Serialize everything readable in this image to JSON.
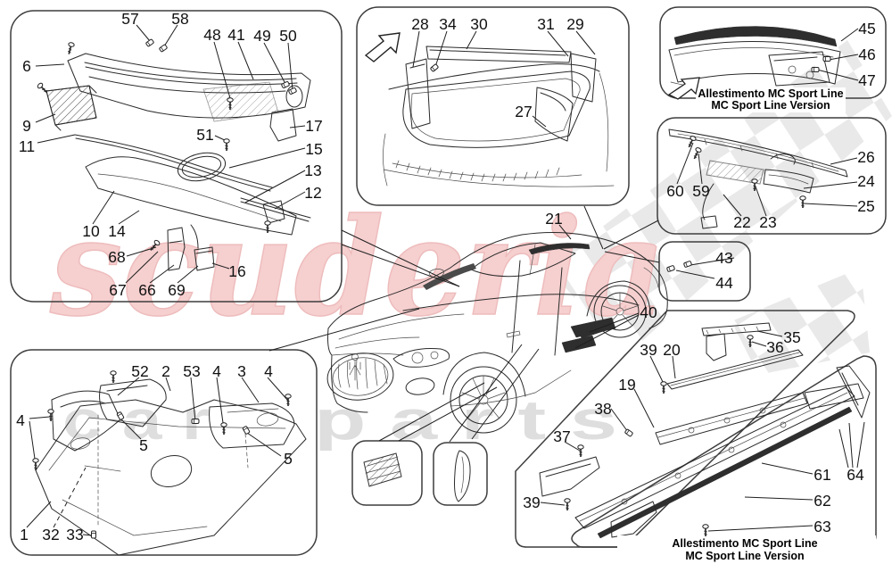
{
  "watermark": {
    "brand": "scuderia",
    "sub_left": "c a r",
    "sub_right": "p a r t s"
  },
  "captions": {
    "mc_line1": "Allestimento MC Sport Line",
    "mc_line2": "MC Sport Line Version"
  },
  "colors": {
    "label": "#111111",
    "line": "#2a2a2a",
    "box_border": "#3d3d3d",
    "watermark_red": "#f6cfcf",
    "watermark_gray": "#dedede",
    "checker_gray": "#e9e9e9",
    "dark_part": "#2e2e2e"
  },
  "labels": [
    [
      "57",
      146,
      21
    ],
    [
      "58",
      202,
      21
    ],
    [
      "48",
      238,
      39
    ],
    [
      "41",
      265,
      39
    ],
    [
      "49",
      294,
      40
    ],
    [
      "50",
      323,
      40
    ],
    [
      "6",
      30,
      74
    ],
    [
      "9",
      30,
      141
    ],
    [
      "11",
      30,
      164
    ],
    [
      "51",
      230,
      151
    ],
    [
      "17",
      352,
      141
    ],
    [
      "15",
      352,
      167
    ],
    [
      "13",
      351,
      191
    ],
    [
      "12",
      351,
      216
    ],
    [
      "10",
      102,
      259
    ],
    [
      "14",
      131,
      259
    ],
    [
      "68",
      131,
      288
    ],
    [
      "67",
      132,
      325
    ],
    [
      "66",
      165,
      325
    ],
    [
      "69",
      198,
      325
    ],
    [
      "16",
      266,
      304
    ],
    [
      "28",
      471,
      27
    ],
    [
      "34",
      502,
      27
    ],
    [
      "30",
      537,
      27
    ],
    [
      "31",
      612,
      27
    ],
    [
      "29",
      645,
      27
    ],
    [
      "27",
      587,
      125
    ],
    [
      "45",
      972,
      32
    ],
    [
      "46",
      972,
      61
    ],
    [
      "47",
      972,
      90
    ],
    [
      "60",
      757,
      214
    ],
    [
      "59",
      786,
      214
    ],
    [
      "26",
      971,
      176
    ],
    [
      "24",
      971,
      203
    ],
    [
      "25",
      971,
      231
    ],
    [
      "22",
      832,
      249
    ],
    [
      "23",
      861,
      249
    ],
    [
      "43",
      812,
      289
    ],
    [
      "44",
      812,
      317
    ],
    [
      "21",
      621,
      245
    ],
    [
      "40",
      727,
      350
    ],
    [
      "39",
      727,
      392
    ],
    [
      "20",
      753,
      392
    ],
    [
      "35",
      888,
      378
    ],
    [
      "36",
      869,
      389
    ],
    [
      "19",
      703,
      431
    ],
    [
      "38",
      676,
      458
    ],
    [
      "37",
      630,
      489
    ],
    [
      "39",
      596,
      563
    ],
    [
      "61",
      922,
      532
    ],
    [
      "64",
      959,
      532
    ],
    [
      "62",
      922,
      561
    ],
    [
      "63",
      922,
      590
    ],
    [
      "52",
      157,
      416
    ],
    [
      "2",
      186,
      416
    ],
    [
      "53",
      215,
      416
    ],
    [
      "4",
      243,
      416
    ],
    [
      "3",
      271,
      416
    ],
    [
      "4",
      301,
      416
    ],
    [
      "4",
      23,
      471
    ],
    [
      "5",
      161,
      499
    ],
    [
      "5",
      323,
      514
    ],
    [
      "1",
      27,
      599
    ],
    [
      "32",
      57,
      599
    ],
    [
      "33",
      84,
      599
    ]
  ],
  "leaders": [
    [
      153,
      28,
      168,
      46
    ],
    [
      199,
      28,
      184,
      52
    ],
    [
      40,
      74,
      72,
      72
    ],
    [
      240,
      47,
      258,
      110
    ],
    [
      267,
      47,
      284,
      89
    ],
    [
      296,
      48,
      320,
      94
    ],
    [
      323,
      48,
      328,
      101
    ],
    [
      40,
      137,
      62,
      128
    ],
    [
      42,
      160,
      84,
      151
    ],
    [
      241,
      152,
      254,
      158
    ],
    [
      342,
      141,
      325,
      143
    ],
    [
      342,
      166,
      257,
      188
    ],
    [
      342,
      191,
      275,
      227
    ],
    [
      342,
      215,
      308,
      234
    ],
    [
      104,
      251,
      128,
      214
    ],
    [
      133,
      251,
      156,
      236
    ],
    [
      142,
      287,
      175,
      277
    ],
    [
      141,
      317,
      177,
      282
    ],
    [
      168,
      317,
      195,
      297
    ],
    [
      199,
      317,
      222,
      298
    ],
    [
      257,
      301,
      238,
      295
    ],
    [
      470,
      35,
      463,
      75
    ],
    [
      501,
      35,
      487,
      78
    ],
    [
      534,
      35,
      523,
      55
    ],
    [
      614,
      35,
      637,
      63
    ],
    [
      646,
      35,
      667,
      61
    ],
    [
      597,
      130,
      612,
      142
    ],
    [
      962,
      32,
      943,
      46
    ],
    [
      962,
      61,
      929,
      67
    ],
    [
      962,
      90,
      916,
      78
    ],
    [
      759,
      206,
      777,
      160
    ],
    [
      787,
      206,
      783,
      172
    ],
    [
      961,
      177,
      931,
      184
    ],
    [
      961,
      204,
      901,
      211
    ],
    [
      961,
      231,
      901,
      228
    ],
    [
      831,
      242,
      811,
      218
    ],
    [
      859,
      242,
      847,
      209
    ],
    [
      823,
      289,
      774,
      297
    ],
    [
      801,
      312,
      758,
      303
    ],
    [
      627,
      252,
      640,
      268
    ],
    [
      716,
      351,
      661,
      372
    ],
    [
      716,
      353,
      645,
      390
    ],
    [
      729,
      399,
      744,
      430
    ],
    [
      754,
      399,
      757,
      424
    ],
    [
      877,
      377,
      849,
      371
    ],
    [
      859,
      388,
      843,
      383
    ],
    [
      711,
      436,
      733,
      479
    ],
    [
      685,
      458,
      704,
      484
    ],
    [
      633,
      495,
      650,
      505
    ],
    [
      606,
      563,
      633,
      566
    ],
    [
      911,
      531,
      854,
      519
    ],
    [
      911,
      560,
      835,
      557
    ],
    [
      911,
      589,
      794,
      595
    ],
    [
      951,
      524,
      941,
      481
    ],
    [
      956,
      524,
      952,
      474
    ],
    [
      961,
      524,
      969,
      473
    ],
    [
      156,
      423,
      132,
      443
    ],
    [
      186,
      423,
      191,
      438
    ],
    [
      214,
      423,
      219,
      472
    ],
    [
      243,
      423,
      251,
      481
    ],
    [
      271,
      423,
      290,
      451
    ],
    [
      300,
      423,
      323,
      449
    ],
    [
      33,
      469,
      56,
      467
    ],
    [
      33,
      472,
      40,
      521
    ],
    [
      158,
      492,
      136,
      470
    ],
    [
      315,
      511,
      277,
      485
    ],
    [
      30,
      591,
      57,
      562
    ],
    [
      93,
      599,
      103,
      600
    ],
    [
      383,
      258,
      515,
      321
    ],
    [
      383,
      274,
      515,
      321
    ],
    [
      655,
      231,
      676,
      279
    ],
    [
      738,
      247,
      677,
      279
    ],
    [
      678,
      282,
      739,
      294
    ],
    [
      302,
      393,
      470,
      346
    ],
    [
      425,
      494,
      543,
      429
    ],
    [
      447,
      494,
      557,
      434
    ],
    [
      504,
      495,
      585,
      386
    ],
    [
      529,
      492,
      604,
      391
    ],
    [
      60,
      591,
      96,
      524,
      1
    ]
  ],
  "fasteners": [
    [
      "screw",
      80,
      50,
      15
    ],
    [
      "clip",
      168,
      48,
      -35
    ],
    [
      "clip",
      183,
      54,
      -35
    ],
    [
      "screw",
      258,
      112,
      0
    ],
    [
      "clip",
      320,
      95,
      -25
    ],
    [
      "clip",
      328,
      102,
      -25
    ],
    [
      "screw",
      254,
      158,
      0
    ],
    [
      "screw",
      45,
      96,
      -45
    ],
    [
      "screw",
      300,
      250,
      0
    ],
    [
      "screw",
      176,
      272,
      40
    ],
    [
      "clip",
      487,
      76,
      -40
    ],
    [
      "clip",
      927,
      66,
      0
    ],
    [
      "clip",
      914,
      78,
      0
    ],
    [
      "screw",
      777,
      155,
      25
    ],
    [
      "screw",
      783,
      168,
      25
    ],
    [
      "screw",
      846,
      203,
      0
    ],
    [
      "screw",
      900,
      222,
      0
    ],
    [
      "clip",
      752,
      301,
      -20
    ],
    [
      "clip",
      771,
      296,
      -20
    ],
    [
      "screw",
      744,
      430,
      0
    ],
    [
      "screw",
      841,
      378,
      0
    ],
    [
      "clip",
      705,
      485,
      35
    ],
    [
      "screw",
      651,
      501,
      0
    ],
    [
      "screw",
      636,
      561,
      0
    ],
    [
      "screw",
      791,
      590,
      0
    ],
    [
      "screw",
      127,
      418,
      0
    ],
    [
      "screw",
      57,
      461,
      0
    ],
    [
      "screw",
      40,
      516,
      0
    ],
    [
      "clip",
      219,
      472,
      0
    ],
    [
      "screw",
      251,
      476,
      0
    ],
    [
      "screw",
      323,
      444,
      0
    ],
    [
      "clip",
      135,
      466,
      60
    ],
    [
      "clip",
      276,
      482,
      60
    ],
    [
      "clip",
      105,
      599,
      90
    ]
  ]
}
